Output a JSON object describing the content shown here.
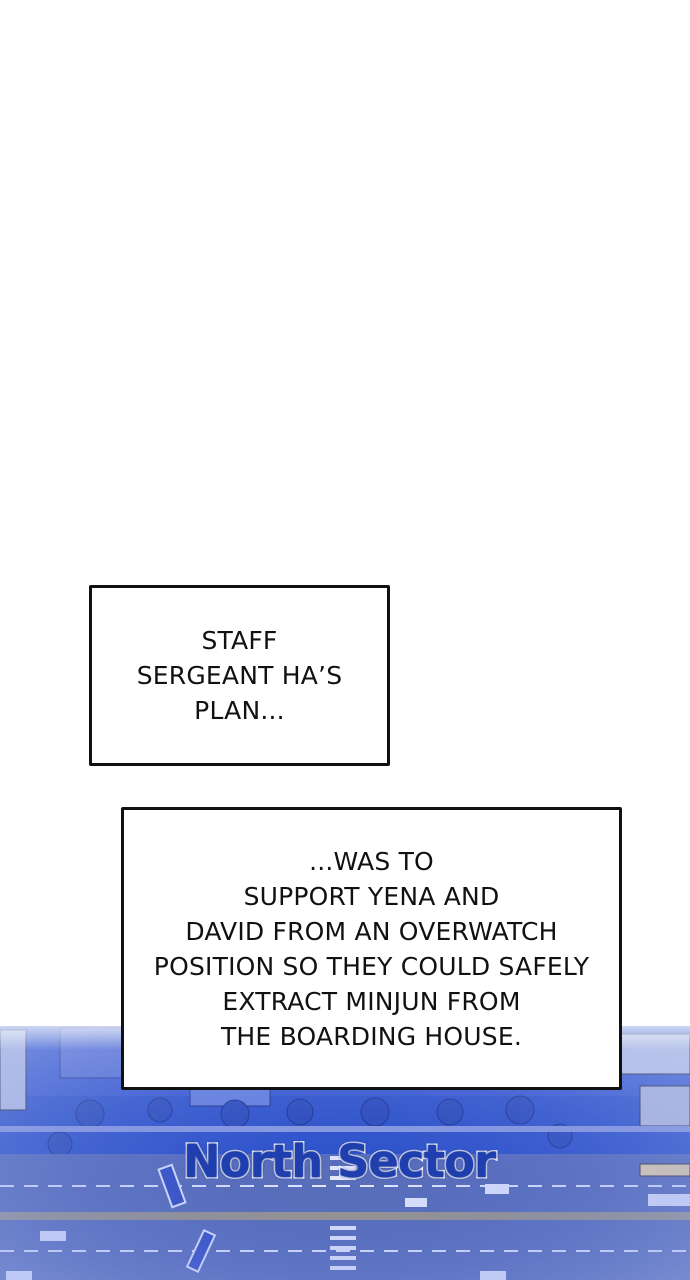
{
  "captions": {
    "first": [
      "STAFF",
      "SERGEANT HA’S",
      "PLAN..."
    ],
    "second": [
      "...WAS TO",
      "SUPPORT YENA AND",
      "DAVID FROM AN OVERWATCH",
      "POSITION SO THEY COULD SAFELY",
      "EXTRACT MINJUN FROM",
      "THE BOARDING HOUSE."
    ]
  },
  "map": {
    "label": "North Sector",
    "colors": {
      "overlay": "#2e53c9",
      "road": "#5a6fb8",
      "label_fill": "#1f3fae",
      "label_outline": "#ffffff"
    }
  }
}
